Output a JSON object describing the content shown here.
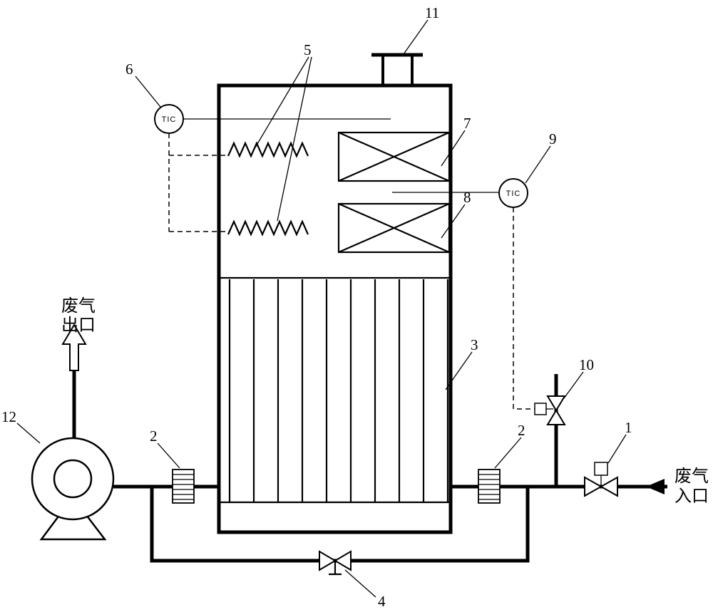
{
  "diagram": {
    "type": "waste-gas-treatment-tower-schematic",
    "background": "#ffffff",
    "line_color": "#000000"
  },
  "labels": {
    "part1": "1",
    "part2": "2",
    "part3": "3",
    "part4": "4",
    "part5": "5",
    "part6": "6",
    "part7": "7",
    "part8": "8",
    "part9": "9",
    "part10": "10",
    "part11": "11",
    "part12": "12"
  },
  "instruments": {
    "tic_left": "TIC",
    "tic_right": "TIC"
  },
  "streams": {
    "outlet_line1": "废气",
    "outlet_line2": "出口",
    "inlet_line1": "废气",
    "inlet_line2": "入口"
  }
}
